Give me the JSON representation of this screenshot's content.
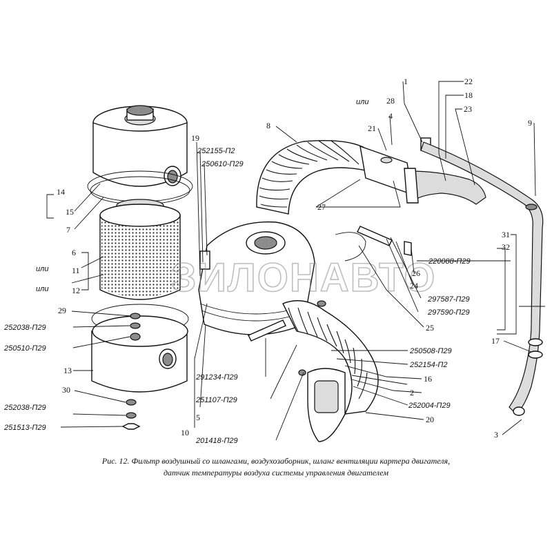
{
  "watermark": "ЗИЛОНАВТО",
  "caption": {
    "line1": "Рис. 12. Фильтр воздушный со шлангами, воздухозаборник, шланг вентиляции картера двигателя,",
    "line2": "датчик температуры воздуха системы управления двигателем"
  },
  "alt_words": {
    "ili_1": "или",
    "ili_2": "или",
    "ili_3": "или"
  },
  "numbers": {
    "n1": "1",
    "n2": "2",
    "n3": "3",
    "n4": "4",
    "n5": "5",
    "n6": "6",
    "n7": "7",
    "n8": "8",
    "n9": "9",
    "n10": "10",
    "n11": "11",
    "n12": "12",
    "n13": "13",
    "n14": "14",
    "n15": "15",
    "n16": "16",
    "n17": "17",
    "n18": "18",
    "n19": "19",
    "n20": "20",
    "n21": "21",
    "n22": "22",
    "n23": "23",
    "n24": "24",
    "n25": "25",
    "n26": "26",
    "n27": "27",
    "n28": "28",
    "n29": "29",
    "n30": "30",
    "n31": "31",
    "n32": "32"
  },
  "codes": {
    "c252155": "252155-П2",
    "c250610": "250610-П29",
    "c220088": "220088-П29",
    "c297587": "297587-П29",
    "c297590": "297590-П29",
    "c252038a": "252038-П29",
    "c250510": "250510-П29",
    "c252038b": "252038-П29",
    "c251513": "251513-П29",
    "c291234": "291234-П29",
    "c251107": "251107-П29",
    "c201418": "201418-П29",
    "c250508": "250508-П29",
    "c252154": "252154-П2",
    "c252004": "252004-П29"
  }
}
